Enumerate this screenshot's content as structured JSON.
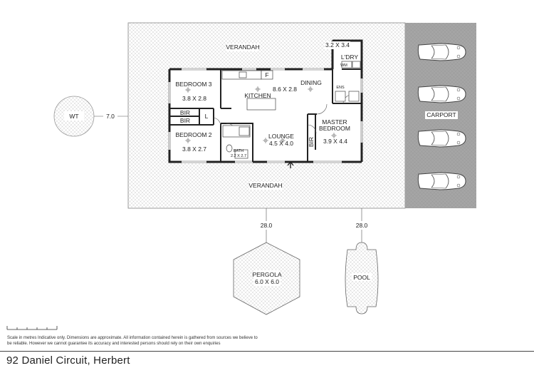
{
  "labels": {
    "verandah_top": "VERANDAH",
    "verandah_bottom": "VERANDAH",
    "laundry_area": "3.2 X 3.4",
    "laundry": "L'DRY",
    "ens": "ENS",
    "bedroom3": "BEDROOM 3",
    "bedroom3_size": "3.8 X 2.8",
    "kitchen": "KITCHEN",
    "kitchen_dining_size": "8.6 X 2.8",
    "dining": "DINING",
    "fridge": "F",
    "wm": "WM",
    "bir1": "BIR",
    "bir2": "BIR",
    "bir3": "BIR",
    "linen": "L",
    "bedroom2": "BEDROOM 2",
    "bedroom2_size": "3.8 X 2.7",
    "bath": "BATH",
    "bath_size": "2.2 X 2.7",
    "lounge": "LOUNGE",
    "lounge_size": "4.5 X 4.0",
    "master1": "MASTER",
    "master2": "BEDROOM",
    "master_size": "3.9 X 4.4",
    "carport": "CARPORT",
    "wt": "WT",
    "dist_wt": "7.0",
    "dist_pergola": "28.0",
    "dist_pool": "28.0",
    "pergola": "PERGOLA",
    "pergola_size": "6.0 X 6.0",
    "pool": "POOL"
  },
  "disclaimer": "Scale in metres Indicative only. Dimensions are approximate. All information contained herein is gathered from sources we believe to be reliable. However we cannot guarantee its accuracy and interested persons should rely on their own enquiries",
  "address": "92 Daniel Circuit, Herbert",
  "colors": {
    "wall": "#222222",
    "hatch": "#c8c8c8",
    "carport_fill": "#a9a9a9",
    "line": "#555555"
  }
}
